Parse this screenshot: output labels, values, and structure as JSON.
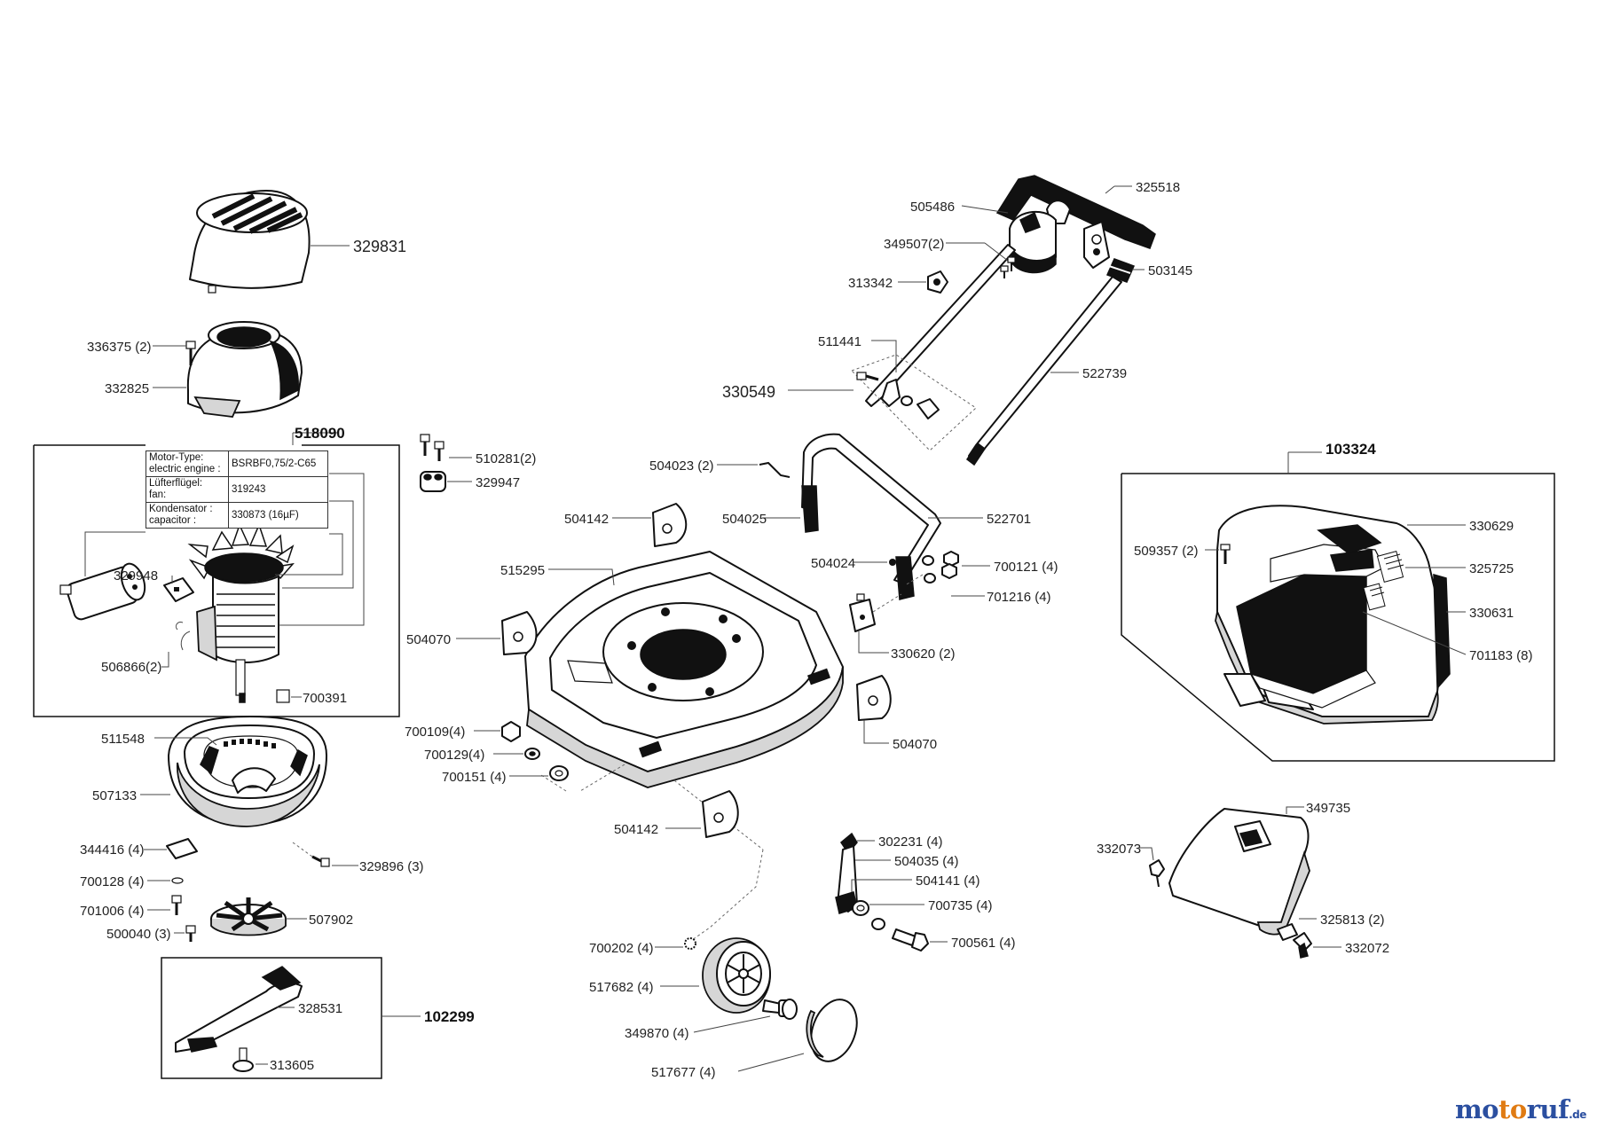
{
  "group_labels": {
    "motor_group": "518090",
    "blade_group": "102299",
    "catcher_group": "103324",
    "handle_hardware_group": "330549"
  },
  "spec_table": {
    "motor_type_label": "Motor-Type:",
    "motor_type_label_en": "electric engine :",
    "motor_type_value": "BSRBF0,75/2-C65",
    "fan_label": "Lüfterflügel:",
    "fan_label_en": "fan:",
    "fan_value": "319243",
    "capacitor_label": "Kondensator :",
    "capacitor_label_en": "capacitor :",
    "capacitor_value": "330873 (16µF)"
  },
  "part_labels": {
    "p329831": "329831",
    "p336375": "336375 (2)",
    "p332825": "332825",
    "p329948": "329948",
    "p506866": "506866(2)",
    "p700391": "700391",
    "p511548": "511548",
    "p507133": "507133",
    "p344416": "344416 (4)",
    "p329896": "329896 (3)",
    "p700128": "700128 (4)",
    "p701006": "701006 (4)",
    "p507902": "507902",
    "p500040": "500040 (3)",
    "p328531": "328531",
    "p313605": "313605",
    "p510281": "510281(2)",
    "p329947": "329947",
    "p504142a": "504142",
    "p515295": "515295",
    "p504070a": "504070",
    "p700109": "700109(4)",
    "p700129": "700129(4)",
    "p700151": "700151 (4)",
    "p504142b": "504142",
    "p700202": "700202 (4)",
    "p517682": "517682 (4)",
    "p349870": "349870 (4)",
    "p517677": "517677  (4)",
    "p505486": "505486",
    "p349507": "349507(2)",
    "p313342": "313342",
    "p511441": "511441",
    "p504023": "504023 (2)",
    "p504025": "504025",
    "p504024": "504024",
    "p330620": "330620 (2)",
    "p504070b": "504070",
    "p302231": "302231 (4)",
    "p504035": "504035 (4)",
    "p504141": "504141 (4)",
    "p700735": "700735 (4)",
    "p700561": "700561 (4)",
    "p325518": "325518",
    "p503145": "503145",
    "p522739": "522739",
    "p522701": "522701",
    "p700121": "700121 (4)",
    "p701216": "701216 (4)",
    "p509357": "509357 (2)",
    "p330629": "330629",
    "p325725": "325725",
    "p330631": "330631",
    "p701183": "701183 (8)",
    "p349735": "349735",
    "p332073": "332073",
    "p325813": "325813 (2)",
    "p332072": "332072"
  },
  "brand": {
    "part1": "mo",
    "part2": "to",
    "part3": "ruf",
    "tld": ".de"
  },
  "colors": {
    "brand_blue": "#2b4fa0",
    "brand_orange": "#e07b13",
    "line": "#111111"
  }
}
